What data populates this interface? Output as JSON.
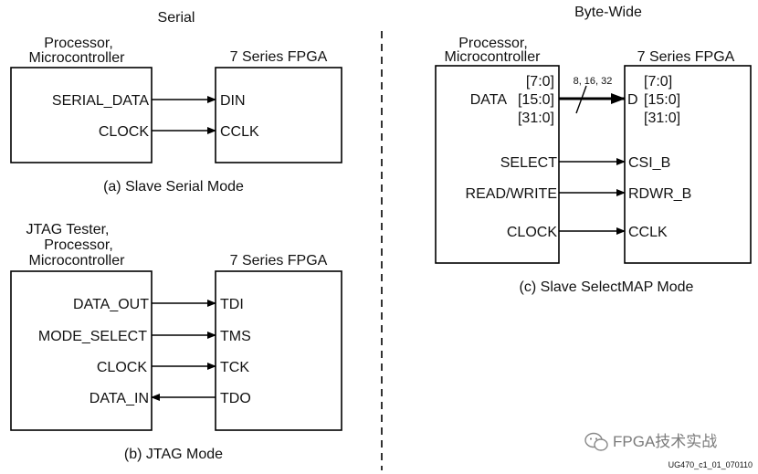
{
  "headings": {
    "serial": "Serial",
    "byte_wide": "Byte-Wide"
  },
  "serial": {
    "left_title_l1": "Processor,",
    "left_title_l2": "Microcontroller",
    "right_title": "7 Series FPGA",
    "sig1_left": "SERIAL_DATA",
    "sig1_right": "DIN",
    "sig2_left": "CLOCK",
    "sig2_right": "CCLK",
    "caption": "(a) Slave Serial Mode"
  },
  "jtag": {
    "left_title_l1": "JTAG Tester,",
    "left_title_l2": "Processor,",
    "left_title_l3": "Microcontroller",
    "right_title": "7 Series FPGA",
    "sig1_left": "DATA_OUT",
    "sig1_right": "TDI",
    "sig2_left": "MODE_SELECT",
    "sig2_right": "TMS",
    "sig3_left": "CLOCK",
    "sig3_right": "TCK",
    "sig4_left": "DATA_IN",
    "sig4_right": "TDO",
    "caption": "(b) JTAG Mode"
  },
  "selectmap": {
    "left_title_l1": "Processor,",
    "left_title_l2": "Microcontroller",
    "right_title": "7 Series FPGA",
    "data_left": "DATA",
    "widths_left_1": "[7:0]",
    "widths_left_2": "[15:0]",
    "widths_left_3": "[31:0]",
    "bus_widths": "8, 16, 32",
    "data_right": "D",
    "widths_right_1": "[7:0]",
    "widths_right_2": "[15:0]",
    "widths_right_3": "[31:0]",
    "sig2_left": "SELECT",
    "sig2_right": "CSI_B",
    "sig3_left": "READ/WRITE",
    "sig3_right": "RDWR_B",
    "sig4_left": "CLOCK",
    "sig4_right": "CCLK",
    "caption": "(c) Slave SelectMAP Mode"
  },
  "watermark": {
    "text": "FPGA技术实战"
  },
  "figure_id": "UG470_c1_01_070110",
  "icons": {
    "arrow": "arrowhead",
    "wechat": "wechat-icon"
  }
}
